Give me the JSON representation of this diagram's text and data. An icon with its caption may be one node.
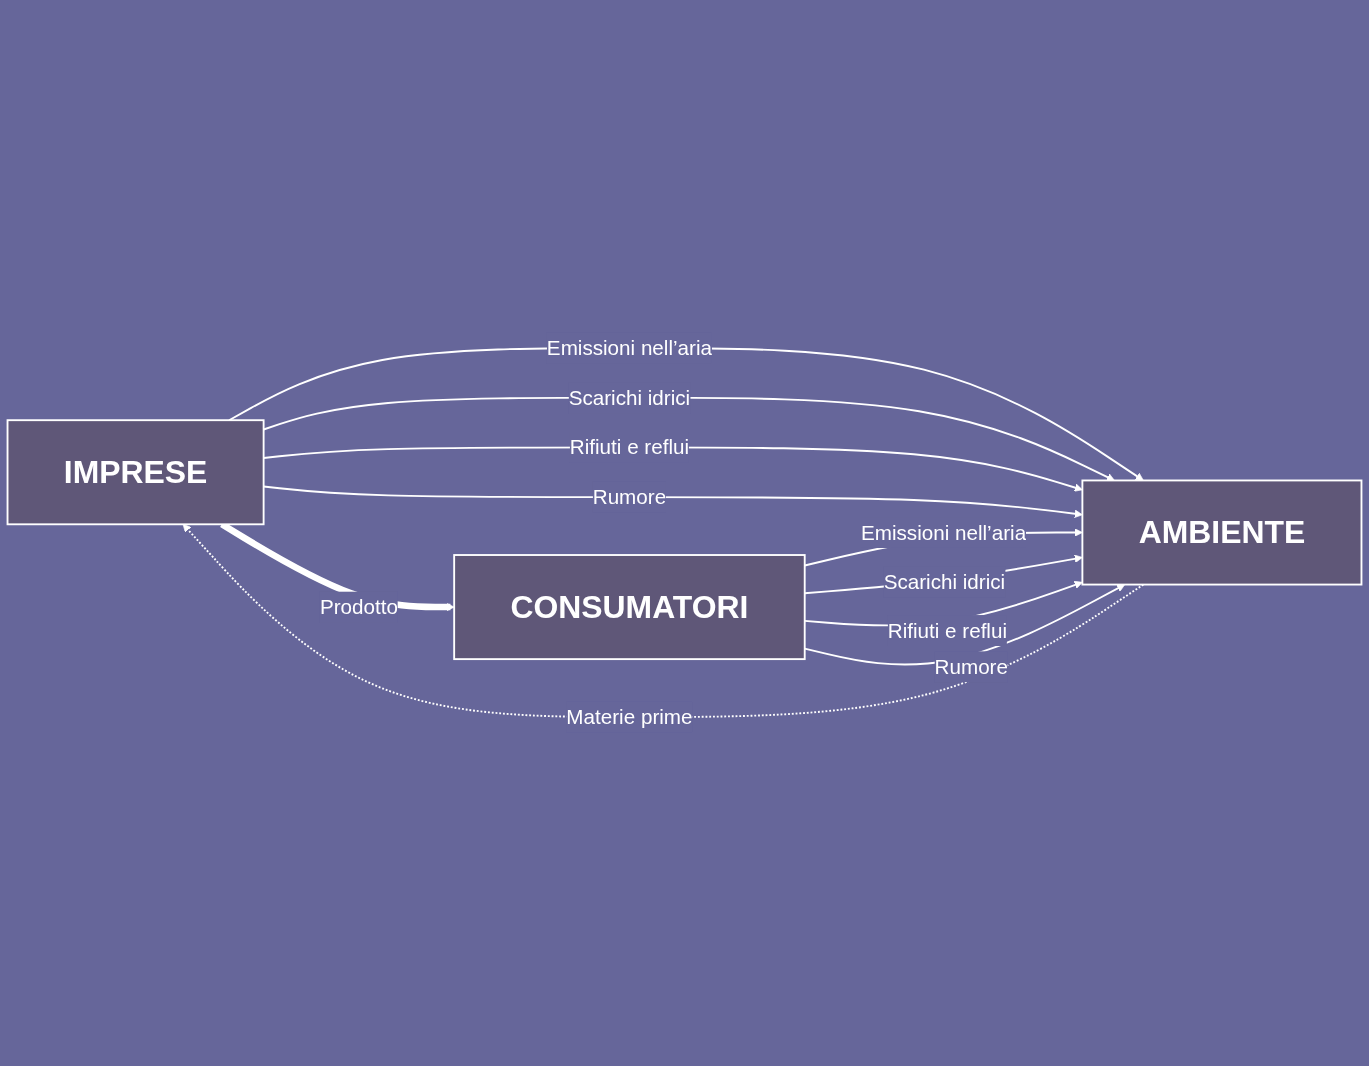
{
  "diagram": {
    "nodes": [
      {
        "text": [
          "IMPRESE"
        ]
      },
      {
        "text": [
          "CONSUMATORI"
        ]
      },
      {
        "text": [
          "AMBIENTE"
        ]
      }
    ],
    "edges": [
      {
        "from": 2,
        "to": 0,
        "arrow": "to",
        "label": "Materie prime",
        "style": "dashed"
      },
      {
        "from": 0,
        "to": 2,
        "arrow": "to",
        "label": "Emissioni nell’aria"
      },
      {
        "from": 0,
        "to": 2,
        "arrow": "to",
        "label": "Scarichi idrici"
      },
      {
        "from": 0,
        "to": 2,
        "arrow": "to",
        "label": "Rifiuti e reflui"
      },
      {
        "from": 0,
        "to": 2,
        "arrow": "to",
        "label": "Rumore"
      },
      {
        "from": 0,
        "to": 1,
        "arrow": "to",
        "label": "Prodotto",
        "style": "thick"
      },
      {
        "from": 1,
        "to": 2,
        "arrow": "to",
        "label": "Emissioni nell’aria"
      },
      {
        "from": 1,
        "to": 2,
        "arrow": "to",
        "label": "Scarichi idrici"
      },
      {
        "from": 1,
        "to": 2,
        "arrow": "to",
        "label": "Rifiuti e reflui"
      },
      {
        "from": 1,
        "to": 2,
        "arrow": "to",
        "label": "Rumore"
      }
    ]
  }
}
